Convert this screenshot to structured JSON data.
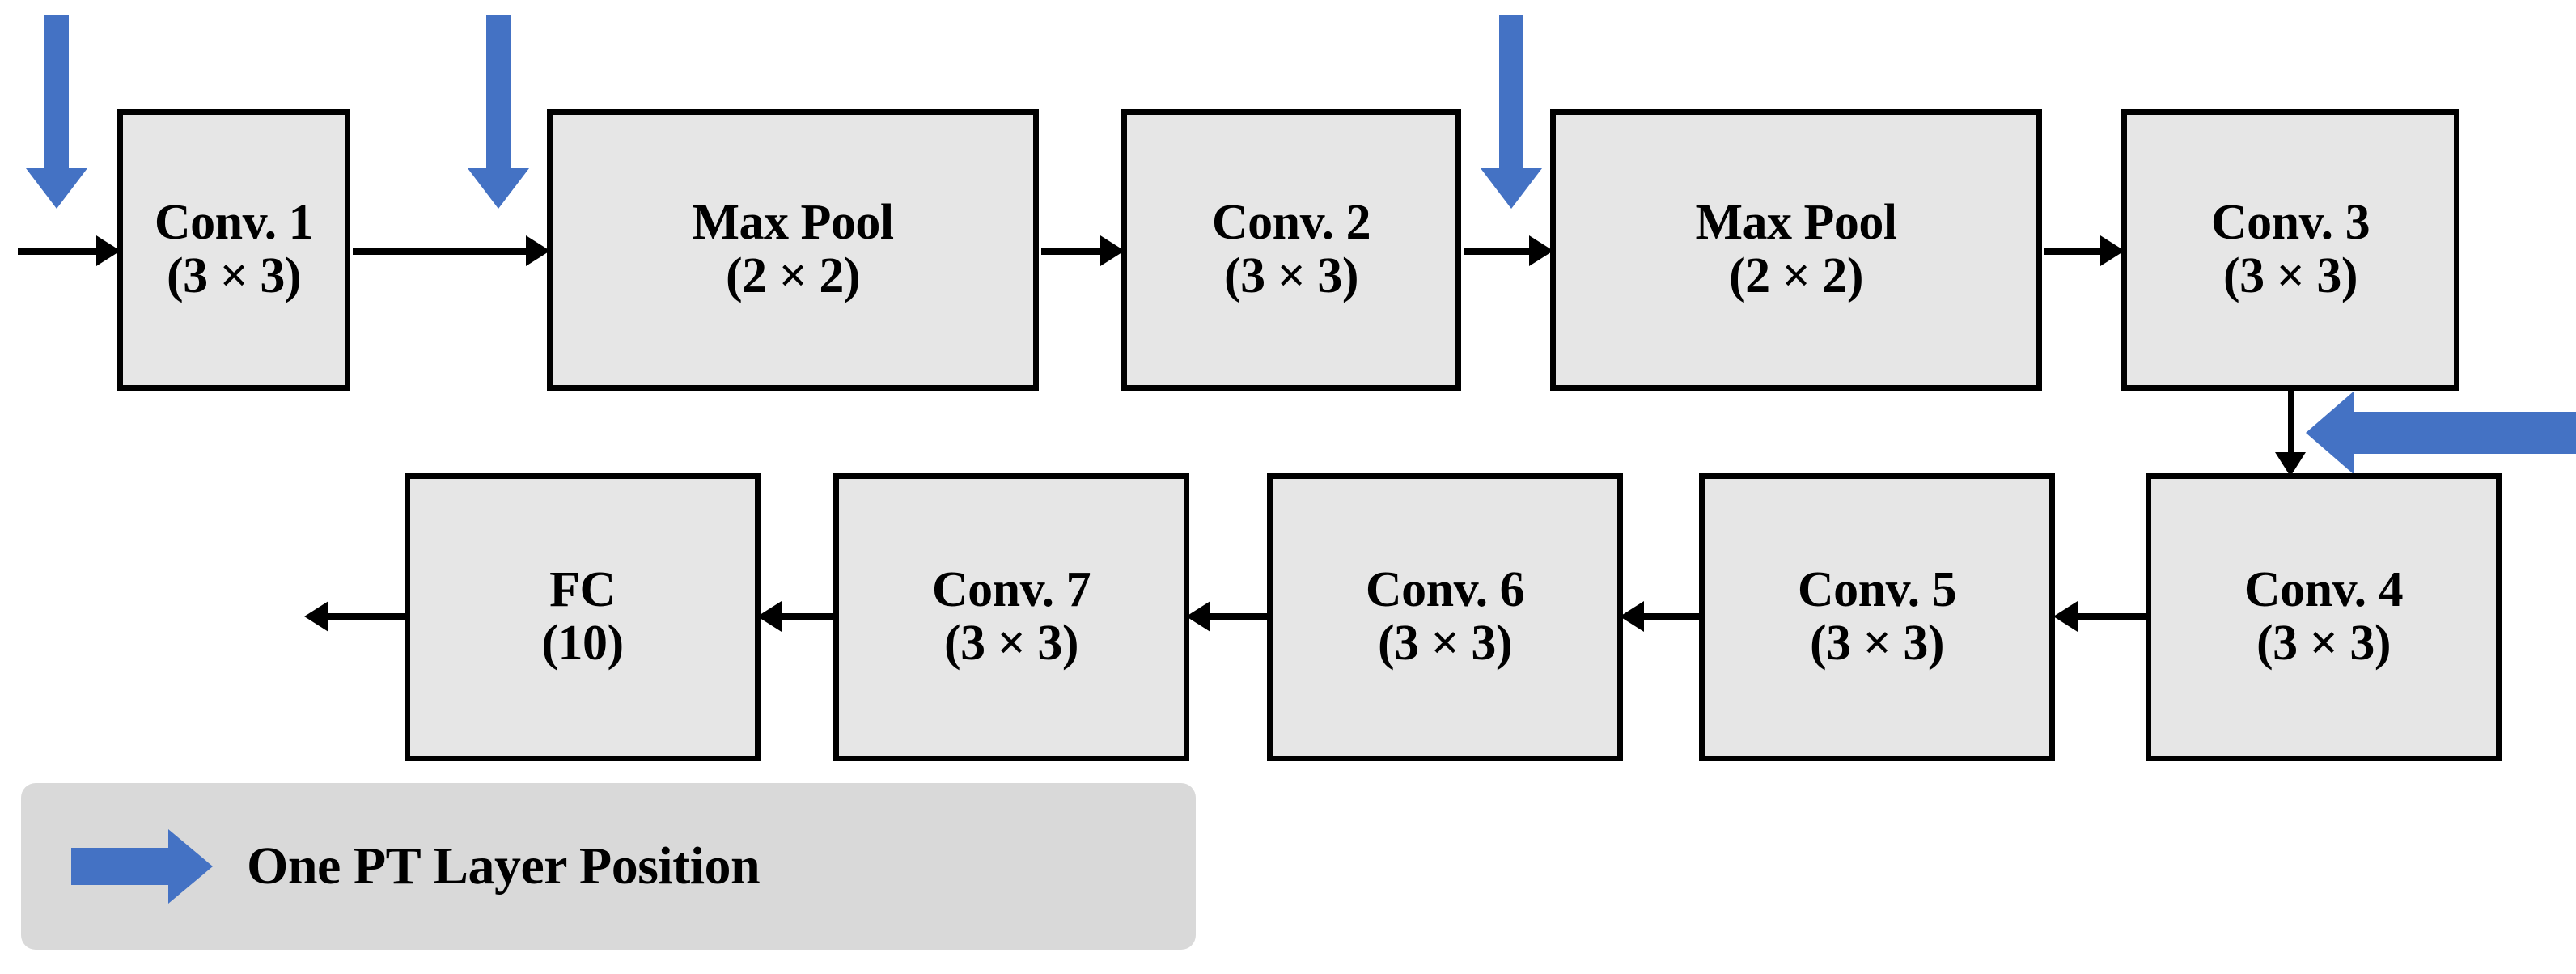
{
  "figure": {
    "title": "CNN architecture with PT layer positions",
    "colors": {
      "pt_arrow_blue": "#4472C4",
      "box_fill": "#E6E6E6",
      "box_border": "#000000",
      "legend_fill": "#D9D9D9",
      "flow_arrow": "#000000"
    }
  },
  "row1": {
    "nodes": [
      {
        "name": "Conv. 1",
        "param": "(3 × 3)"
      },
      {
        "name": "Max Pool",
        "param": "(2 × 2)"
      },
      {
        "name": "Conv. 2",
        "param": "(3 × 3)"
      },
      {
        "name": "Max Pool",
        "param": "(2 × 2)"
      },
      {
        "name": "Conv. 3",
        "param": "(3 × 3)"
      }
    ]
  },
  "row2": {
    "nodes": [
      {
        "name": "FC",
        "param": "(10)"
      },
      {
        "name": "Conv. 7",
        "param": "(3 × 3)"
      },
      {
        "name": "Conv. 6",
        "param": "(3 × 3)"
      },
      {
        "name": "Conv. 5",
        "param": "(3 × 3)"
      },
      {
        "name": "Conv. 4",
        "param": "(3 × 3)"
      }
    ]
  },
  "pt_arrows": {
    "count": 4,
    "positions": [
      "before-conv-1",
      "before-max-pool-1",
      "before-max-pool-2",
      "between-conv-3-and-conv-4"
    ]
  },
  "legend": {
    "label": "One PT Layer Position",
    "icon": "blue-right-arrow"
  }
}
